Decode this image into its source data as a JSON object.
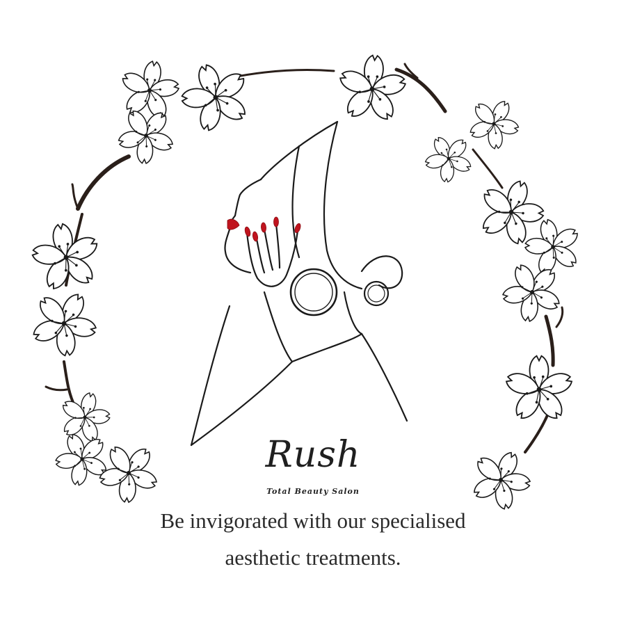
{
  "logo": {
    "brand": "Rush",
    "subtitle": "Total Beauty Salon"
  },
  "tagline": {
    "line1": "Be invigorated with our specialised",
    "line2": "aesthetic treatments."
  },
  "colors": {
    "ink": "#1f1f1f",
    "nails": "#c0141e",
    "background": "#ffffff"
  },
  "illustration": {
    "subject": "woman-profile-line-art",
    "frame": "cherry-blossom-wreath"
  }
}
